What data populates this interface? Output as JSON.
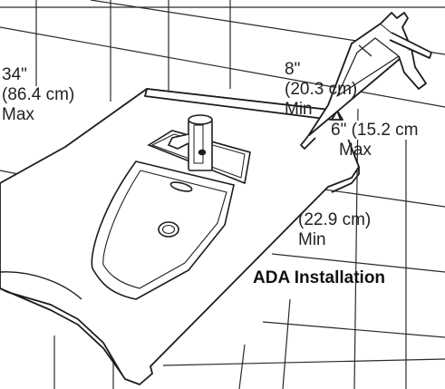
{
  "labels": {
    "left_height": {
      "inches": "34\"",
      "cm": "(86.4 cm)",
      "bound": "Max"
    },
    "backsplash": {
      "inches": "8\"",
      "cm": "(20.3 cm)",
      "bound": "Min"
    },
    "depth": {
      "measure": "6\" (15.2 cm",
      "bound": "Max"
    },
    "knee": {
      "cm": "(22.9 cm)",
      "bound": "Min"
    },
    "title": "ADA Installation"
  },
  "colors": {
    "line": "#1c1c1c",
    "tile": "#2a2a2a",
    "background": "#ffffff"
  }
}
